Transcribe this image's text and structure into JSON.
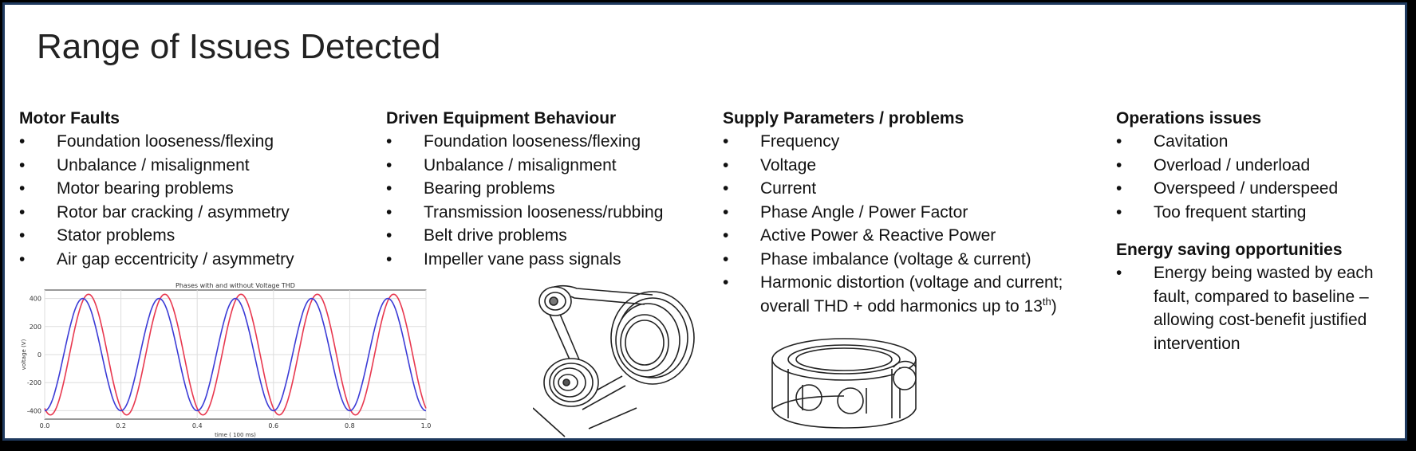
{
  "title": "Range of Issues Detected",
  "columns": {
    "motor": {
      "heading": "Motor Faults",
      "items": [
        "Foundation looseness/flexing",
        "Unbalance / misalignment",
        "Motor bearing problems",
        "Rotor bar cracking / asymmetry",
        "Stator problems",
        "Air gap eccentricity / asymmetry"
      ]
    },
    "driven": {
      "heading": "Driven Equipment Behaviour",
      "items": [
        "Foundation looseness/flexing",
        "Unbalance / misalignment",
        "Bearing problems",
        "Transmission looseness/rubbing",
        "Belt drive problems",
        "Impeller vane pass signals"
      ]
    },
    "supply": {
      "heading": "Supply Parameters / problems",
      "items": [
        "Frequency",
        "Voltage",
        "Current",
        "Phase Angle / Power Factor",
        "Active Power & Reactive Power",
        "Phase imbalance (voltage & current)"
      ],
      "last_item_line1": "Harmonic distortion (voltage and current;",
      "last_item_line2": "overall THD + odd harmonics up to 13",
      "last_item_sup": "th",
      "last_item_end": ")"
    },
    "ops": {
      "heading": "Operations issues",
      "items": [
        "Cavitation",
        "Overload / underload",
        "Overspeed / underspeed",
        "Too frequent starting"
      ],
      "energy_heading": "Energy saving opportunities",
      "energy_item": "Energy being wasted by each fault, compared to baseline – allowing cost-benefit justified intervention"
    }
  },
  "bullet_char": "•",
  "chart_data": {
    "type": "line",
    "title": "Phases with and without Voltage THD",
    "xlabel": "time ( 100 ms)",
    "ylabel": "voltage (V)",
    "xlim": [
      0,
      1.0
    ],
    "ylim": [
      -460,
      460
    ],
    "xticks": [
      "0.0",
      "0.2",
      "0.4",
      "0.6",
      "0.8",
      "1.0"
    ],
    "xtick_values": [
      0,
      0.2,
      0.4,
      0.6,
      0.8,
      1.0
    ],
    "yticks": [
      "400",
      "200",
      "0",
      "-200",
      "-400"
    ],
    "ytick_values": [
      400,
      200,
      0,
      -200,
      -400
    ],
    "grid": true,
    "series": [
      {
        "color": "#e8384f",
        "amplitude": 430,
        "frequency_cycles": 5,
        "phase_shift": 0.015
      },
      {
        "color": "#3b3bd6",
        "amplitude": 400,
        "frequency_cycles": 5,
        "phase_shift": 0.0
      }
    ]
  }
}
